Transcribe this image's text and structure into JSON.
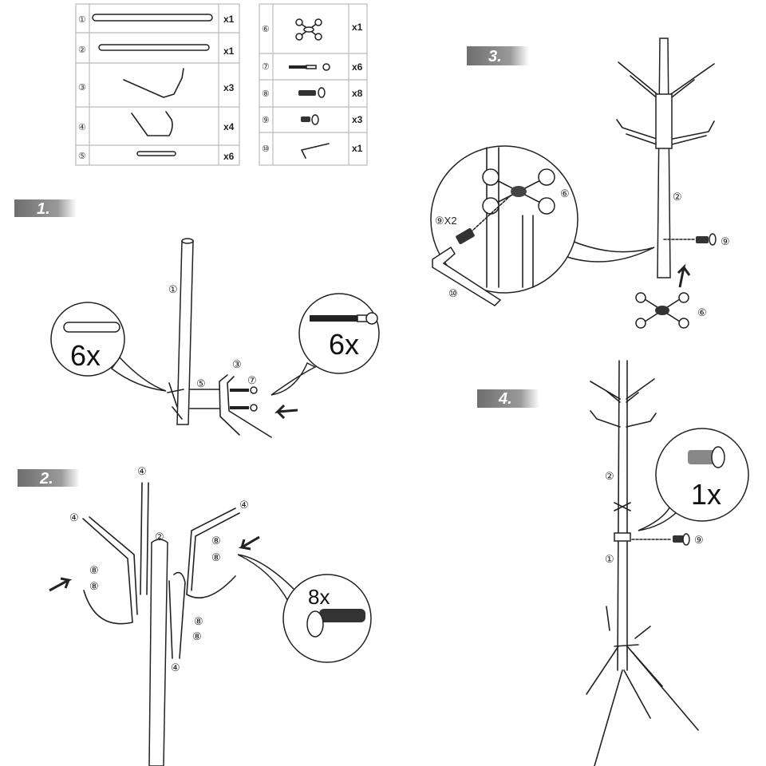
{
  "parts_table": {
    "left": [
      {
        "num": "①",
        "qty": "x1"
      },
      {
        "num": "②",
        "qty": "x1"
      },
      {
        "num": "③",
        "qty": "x3"
      },
      {
        "num": "④",
        "qty": "x4"
      },
      {
        "num": "⑤",
        "qty": "x6"
      }
    ],
    "right": [
      {
        "num": "⑥",
        "qty": "x1"
      },
      {
        "num": "⑦",
        "qty": "x6"
      },
      {
        "num": "⑧",
        "qty": "x8"
      },
      {
        "num": "⑨",
        "qty": "x3"
      },
      {
        "num": "⑩",
        "qty": "x1"
      }
    ]
  },
  "steps": [
    {
      "label": "1.",
      "callout_left": "6x",
      "callout_right": "6x",
      "parts": {
        "pole": "①",
        "tube": "⑤",
        "hook": "③",
        "bolt": "⑦"
      }
    },
    {
      "label": "2.",
      "callout": "8x",
      "parts": {
        "pole": "②",
        "hook": "④",
        "bolt": "⑧"
      }
    },
    {
      "label": "3.",
      "callout_bolt": "⑨X2",
      "callout_base": "⑥",
      "wrench": "⑩",
      "parts": {
        "pole": "②",
        "bolt": "⑨",
        "base": "⑥"
      }
    },
    {
      "label": "4.",
      "callout": "1x",
      "parts": {
        "upper": "②",
        "lower": "①",
        "bolt": "⑨"
      }
    }
  ],
  "colors": {
    "banner": "#8a8a8a",
    "line": "#222222"
  }
}
